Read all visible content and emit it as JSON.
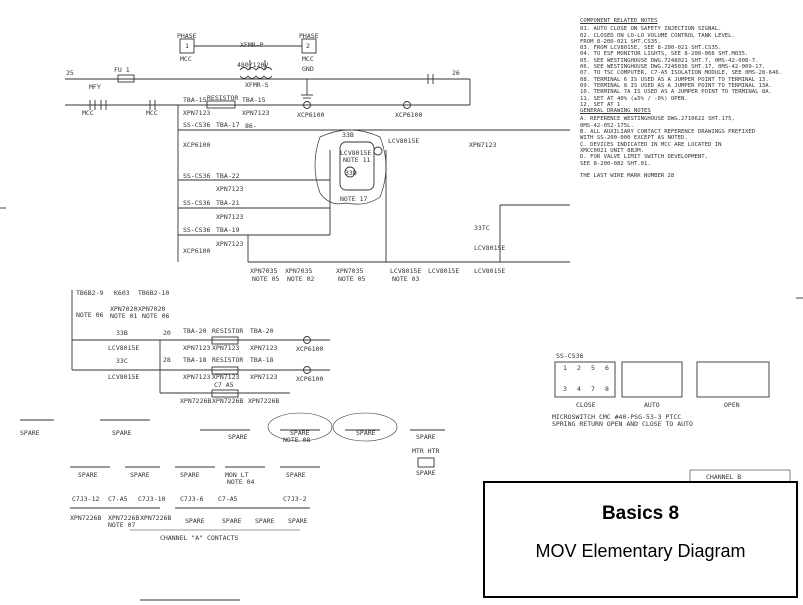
{
  "title_block": {
    "title": "Basics 8",
    "subtitle": "MOV Elementary Diagram"
  },
  "diagram_labels": {
    "phase1": "PHASE",
    "phase1_num": "1",
    "phase2": "PHASE",
    "phase2_num": "2",
    "mcc": "MCC",
    "xfmr": "XFMR-P",
    "xfmr_ratio": "480/120V",
    "xfmr_b": "XFMR-S",
    "mcc2": "MCC",
    "gnd": "GND",
    "fu1": "FU 1",
    "mfy": "MFY",
    "wire25": "25",
    "wire26": "26",
    "mcc_b": "MCC",
    "mcc_c": "MCC",
    "tba15a": "TBA-15",
    "resistor": "RESISTOR",
    "tba15b": "TBA-15",
    "xpn7123": "XPN7123",
    "xcp6100": "XCP6100",
    "ss_cs36": "SS-CS36",
    "tba17": "TBA-17",
    "w86": "86",
    "w86b": "86-",
    "lcv8015e": "LCV8015E",
    "note11": "NOTE 11",
    "t33b": "33B",
    "t33d": "33D",
    "t33d_note": "NOTE 17",
    "tba22": "TBA-22",
    "tba21": "TBA-21",
    "tba19": "TBA-19",
    "xpn7035": "XPN7035",
    "note02": "NOTE 02",
    "note03": "NOTE 03",
    "note05": "NOTE 05",
    "tb1": "TB6B2-9",
    "k603": "K603",
    "tb2": "TB6B2-10",
    "xpn7020": "XPN7020",
    "note06": "NOTE 06",
    "note01": "NOTE 01",
    "t33c": "33C",
    "tba20": "TBA-20",
    "tba18": "TBA-18",
    "xpn7226b": "XPN7226B",
    "c7a5": "C7 A5",
    "t33tc": "33TC",
    "spare": "SPARE",
    "mtr_htr": "MTR HTR",
    "chan_a": "CHANNEL \"A\" CONTACTS",
    "channel_b": "CHANNEL B",
    "wire20": "20",
    "wire28": "28",
    "c7j3_12": "C7J3-12",
    "c7a5b": "C7-A5",
    "c7j3_10": "C7J3-10",
    "c7j3_6": "C7J3-6",
    "c7a5c": "C7-A5",
    "c7j3_2": "C7J3-2",
    "mon_lt": "MON LT",
    "note04": "NOTE 04",
    "note07": "NOTE 07",
    "note08": "NOTE 08"
  },
  "notes": {
    "header": "COMPONENT RELATED NOTES",
    "items": [
      "01. AUTO CLOSE ON SAFETY INJECTION SIGNAL.",
      "02. CLOSED ON LO-LO VOLUME CONTROL TANK LEVEL.",
      "    FROM 8-200-021 SHT.CS35.",
      "03. FROM LCV8015E, SEE 8-200-021 SHT.CS35.",
      "04. TO ESF MONITOR LIGHTS, SEE 8-200-066 SHT.M035.",
      "05. SEE WESTINGHOUSE DWG.7248021 SHT.7, 0MS-42-008-7.",
      "06. SEE WESTINGHOUSE DWG.7245036 SHT.17, 0MS-42-009-17.",
      "07. TO TSC COMPUTER, C7-A5 ISOLATION MODULE, SEE 0MS-28-646.",
      "08. TERMINAL 6 IS USED AS A JUMPER POINT TO TERMINAL 13.",
      "09. TERMINAL 8 IS USED AS A JUMPER POINT TO TERMINAL 13A.",
      "10. TERMINAL 7A IS USED AS A JUMPER POINT TO TERMINAL 8A.",
      "11. SET AT 40% (±5% / -0%) OPEN.",
      "12. SET AT 1"
    ],
    "general_header": "GENERAL DRAWING NOTES",
    "general": [
      "A. REFERENCE WESTINGHOUSE DWG.2710622 SHT.175,",
      "   0MS-42-052-175L.",
      "B. ALL AUXILIARY CONTACT REFERENCE DRAWINGS PREFIXED",
      "   WITH SS-200-000 EXCEPT AS NOTED.",
      "C. DEVICES INDICATED IN MCC ARE LOCATED IN",
      "   XMCC0021 UNIT 8BJM.",
      "D. FOR VALVE LIMIT SWITCH DEVELOPMENT,",
      "   SEE 8-200-082 SHT.01."
    ],
    "last_wire": "THE LAST WIRE MARK NUMBER 28"
  },
  "switch": {
    "name": "SS-CS36",
    "positions": [
      "CLOSE",
      "AUTO",
      "OPEN"
    ],
    "contacts": [
      "1",
      "2",
      "5",
      "6",
      "3",
      "4",
      "7",
      "8"
    ],
    "caption1": "MICROSWITCH CMC #40-PSG-53-3 PTCC",
    "caption2": "SPRING RETURN OPEN AND CLOSE TO AUTO"
  }
}
